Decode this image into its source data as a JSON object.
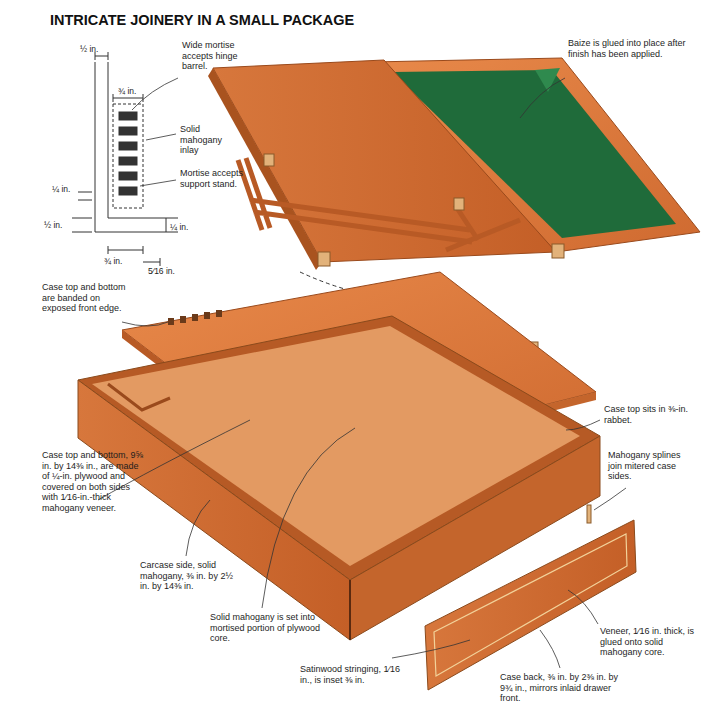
{
  "diagram": {
    "title": "INTRICATE JOINERY IN A SMALL PACKAGE",
    "labels": [
      "Wide mortise accepts hinge barrel.",
      "Solid mahogany inlay",
      "Mortise accepts support stand.",
      "½ in.",
      "¾ in.",
      "¼ in.",
      "½ in.",
      "¼ in.",
      "¾ in.",
      "5⁄16 in.",
      "Baize is glued into place after finish has been applied.",
      "Case top and bottom are banded on exposed front edge.",
      "Case top sits in ⅜-in. rabbet.",
      "Mahogany splines join mitered case sides.",
      "Case top and bottom, 9⅝ in. by 14⅜ in., are made of ¼-in. plywood and covered on both sides with 1⁄16-in.-thick mahogany veneer.",
      "Carcase side, solid mahogany, ⅜ in. by 2½ in. by 14⅜ in.",
      "Solid mahogany is set into mortised portion of plywood core.",
      "Satinwood stringing, 1⁄16 in., is inset ⅜ in.",
      "Veneer, 1⁄16 in. thick, is glued onto solid mahogany core.",
      "Case back, ⅜ in. by 2⅜ in. by 9¾ in., mirrors inlaid drawer front."
    ]
  }
}
